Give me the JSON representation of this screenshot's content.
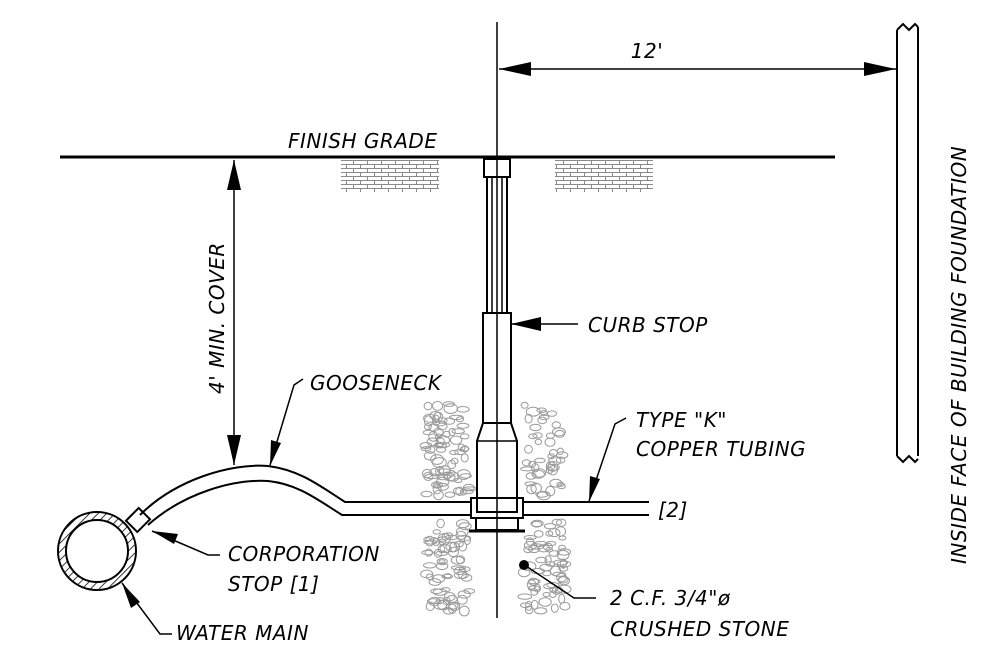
{
  "labels": {
    "dimension_top": "12'",
    "finish_grade": "FINISH GRADE",
    "min_cover": "4' MIN. COVER",
    "curb_stop": "CURB STOP",
    "gooseneck": "GOOSENECK",
    "tubing_line1": "TYPE \"K\"",
    "tubing_line2": "COPPER TUBING",
    "note_2": "[2]",
    "corporation_line1": "CORPORATION",
    "corporation_line2": "STOP [1]",
    "water_main": "WATER MAIN",
    "stone_line1": "2 C.F. 3/4\"ø",
    "stone_line2": "CRUSHED STONE",
    "foundation": "INSIDE FACE OF BUILDING FOUNDATION"
  },
  "colors": {
    "line": "#000000",
    "hatch": "#8a8a8a",
    "stone": "#9a9a9a",
    "background": "#ffffff"
  }
}
